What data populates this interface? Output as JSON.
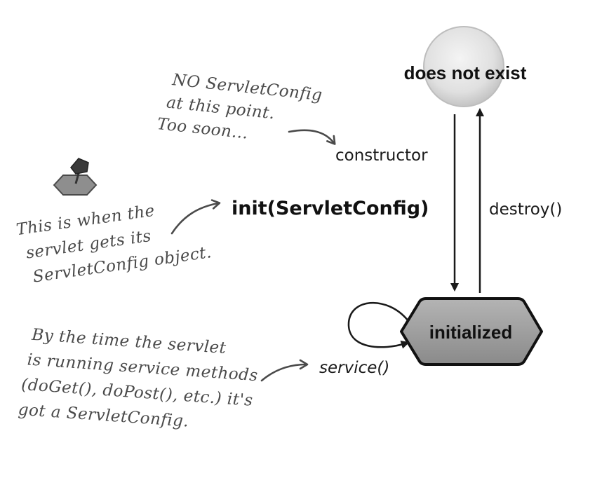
{
  "states": {
    "does_not_exist": "does not exist",
    "initialized": "initialized"
  },
  "transitions": {
    "constructor": "constructor",
    "init": "init(ServletConfig)",
    "destroy": "destroy()",
    "service": "service()"
  },
  "notes": {
    "too_soon": [
      "NO ServletConfig",
      "at this point.",
      "Too soon..."
    ],
    "gets_config": [
      "This is when the",
      "servlet gets its",
      "ServletConfig object."
    ],
    "running": [
      "By the time the servlet",
      "is running service methods",
      "(doGet(), doPost(), etc.) it's",
      "got a ServletConfig."
    ]
  },
  "icons": {
    "init_marker": "hexagon-pin-icon"
  },
  "colors": {
    "circle_fill": "#e3e3e3",
    "hexagon_fill": "#9a9a9a",
    "line": "#1a1a1a",
    "note_text": "#4a4a4a"
  }
}
